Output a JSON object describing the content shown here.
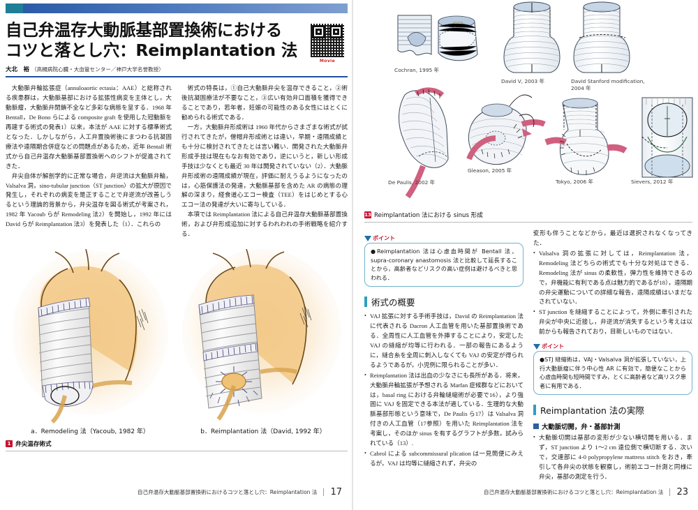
{
  "document": {
    "language": "ja",
    "accent_colors": {
      "header_band_blue": "#2b5ba8",
      "tab_teal": "#1e7f96",
      "ref_red": "#c8102e",
      "point_border": "#6fb3cc",
      "section_bar": "#2e9fbf",
      "sub_square": "#2e5f9e",
      "title_rule": "#1f4e9c"
    }
  },
  "left_page": {
    "title_line1": "自己弁温存大動脈基部置換術における",
    "title_line2": "コツと落とし穴：Reimplantation 法",
    "author_name": "大北　裕",
    "author_affiliation": "（高槻病院心臓・大血管センター／神戸大学名誉教授）",
    "qr_label": "Movie",
    "body_col1": [
      "大動脈弁輪拡張症（annuloaortic ectasia：AAE）と総称される疾患群は，大動脈基部における拡張性病変を主体とし，大動脈瘤，大動脈弁閉鎖不全など多彩な病態を呈する．1968 年 Bentall，De Bono らによる composite graft を使用した冠動脈を再建する術式の発表1）以来，本法が AAE に対する標準術式となった．しかしながら，人工弁置換術後にまつわる抗凝固療法や遠隔期合併症などの問題点があるため，近年 Bentall 術式から自己弁温存大動脈基部置換術へのシフトが促進されてきた．",
      "弁尖自体が解剖学的に正常な場合，弁逆流は大動脈弁輪，Valsalva 洞，sino-tubular junction（ST junction）の拡大が原因で発生し，それぞれの病変を是正することで弁逆流が改善しうるという理論的背景から，弁尖温存を図る術式が考案され，1982 年 Yacoub らが Remodeling 法2）を開始し，1992 年には David らが Reimplantation 法3）を発表した（1）．これらの"
    ],
    "body_col2": [
      "術式の特長は，①自己大動脈弁尖を温存できること，②術後抗凝固療法が不要なこと，③広い有効弁口面積を獲得できることであり，若年者，妊娠の可能性のある女性にはとくに勧められる術式である．",
      "一方，大動脈弁形成術は 1960 年代からさまざまな術式が試行されてきたが，僧帽弁形成術とは違い，早期・遠隔成績とも十分に検討されてきたとは言い難い．開発された大動脈弁形成手技は現在もなお有効であり，逆にいうと，新しい形成手技は少なくとも最近 30 年は開発されていない（2）．大動脈弁形成術の遠隔成績が現在，評価に耐えうるようになったのは，心筋保護法の発達，大動脈基部を含めた AR の病態の理解の深まり，経食道心エコー検査（TEE）をはじめとする心エコー法の発達が大いに寄与している．",
      "本項では Reimplantation 法による自己弁温存大動脈基部置換術，および弁形成追加に対するわれわれの手術戦略を紹介する．"
    ],
    "figure_a_caption": "a．Remodeling 法（Yacoub, 1982 年）",
    "figure_b_caption": "b．Reimplantation 法（David, 1992 年）",
    "figure_number": "1",
    "figure_title": "弁尖温存術式",
    "running_head": "自己弁温存大動脈基部置換術におけるコツと落とし穴：Reimplantation 法",
    "page_number": "17"
  },
  "right_page": {
    "graft_captions": [
      "Cochran, 1995 年",
      "David V, 2003 年",
      "David Stanford modification, 2004 年",
      "De Paulis, 2002 年",
      "Gleason, 2005 年",
      "Tokyo, 2006 年",
      "Sievers, 2012 年"
    ],
    "figure_number": "13",
    "figure_title": "Reimplantation 法における sinus 形成",
    "point_label": "ポイント",
    "point_box_1": "Reimplantation 法は心虚血時間が Bentall 法，supra-coronary anastomosis 法と比較して延長することから，高齢者などリスクの高い症例は避けるべきと思われる．",
    "section_1_title": "術式の概要",
    "section_1_items": [
      "VAJ 拡張に対する手術手技は，David の Reimplantation 法に代表される Dacron 人工血管を用いた基部置換術である．全周性に人工血管を外挿することにより，安定した VAJ の縫縮が均等に行われる．一部の報告にあるように，縫合糸を全周に刺入しなくても VAJ の安定が得られるようであるが，小児例に限られることが多い．",
      "Reimplantation 法は出血の少なさにも長所がある．将来，大動脈弁輪拡張が予想される Marfan 症候群などにおいては，basal ring における弁輪縫縮術が必要で16），より強固に VAJ を固定できる本法が適している．生理的な大動脈基部形態という意味で，De Paulis ら17）は Valsalva 洞付きの人工血管（17参照）を用いた Reimplantation 法を考案し，そのほか sinus を有するグラフトが多数，試みられている（13）.",
      "Cabrol による subcommissural plication は一見簡便にみえるが，VAJ は均等に縫縮されず，弁尖の"
    ],
    "right_col_items": [
      "変形も伴うことなどから，最近は選択されなくなってきた．",
      "Valsalva 洞の拡張に対しては，Reimplantation 法，Remodeling 法どちらの術式でも十分な対処はできる．Remodeling 法が sinus の柔軟性，弾力性を維持できるので，弁機能に有利である点は魅力的であるが18），遠隔期の弁尖運動についての詳細な報告，遠隔成績はいまだなされていない．",
      "ST junction を縫縮することによって，外側に牽引された弁尖が中央に近接し，弁逆流が消失するという考えは以前からも報告されており，目新しいものではない．"
    ],
    "point_box_2": "STJ 縫縮術は，VAJ・Valsalva 洞が拡張していない，上行大動脈瘤に伴う中心性 AR に有効で，簡便なことから心虚血時間も短時間ですみ，とくに高齢者など高リスク患者に有用である．",
    "section_2_title": "Reimplantation 法の実際",
    "subsection_title": "大動脈切開，弁・基部計測",
    "subsection_items": [
      "大動脈切開は基部の変形が少ない横切開を用いる．まず，ST junction より 1～2 cm 遠位側で横切断する．次いで，交連部に 4-0 polypropylene mattress stitch をおき，牽引して各弁尖の状態を観察し，術前エコー計測と同様に弁尖，基部の測定を行う．"
    ],
    "running_head": "自己弁温存大動脈基部置換術におけるコツと落とし穴：Reimplantation 法",
    "page_number": "23"
  }
}
